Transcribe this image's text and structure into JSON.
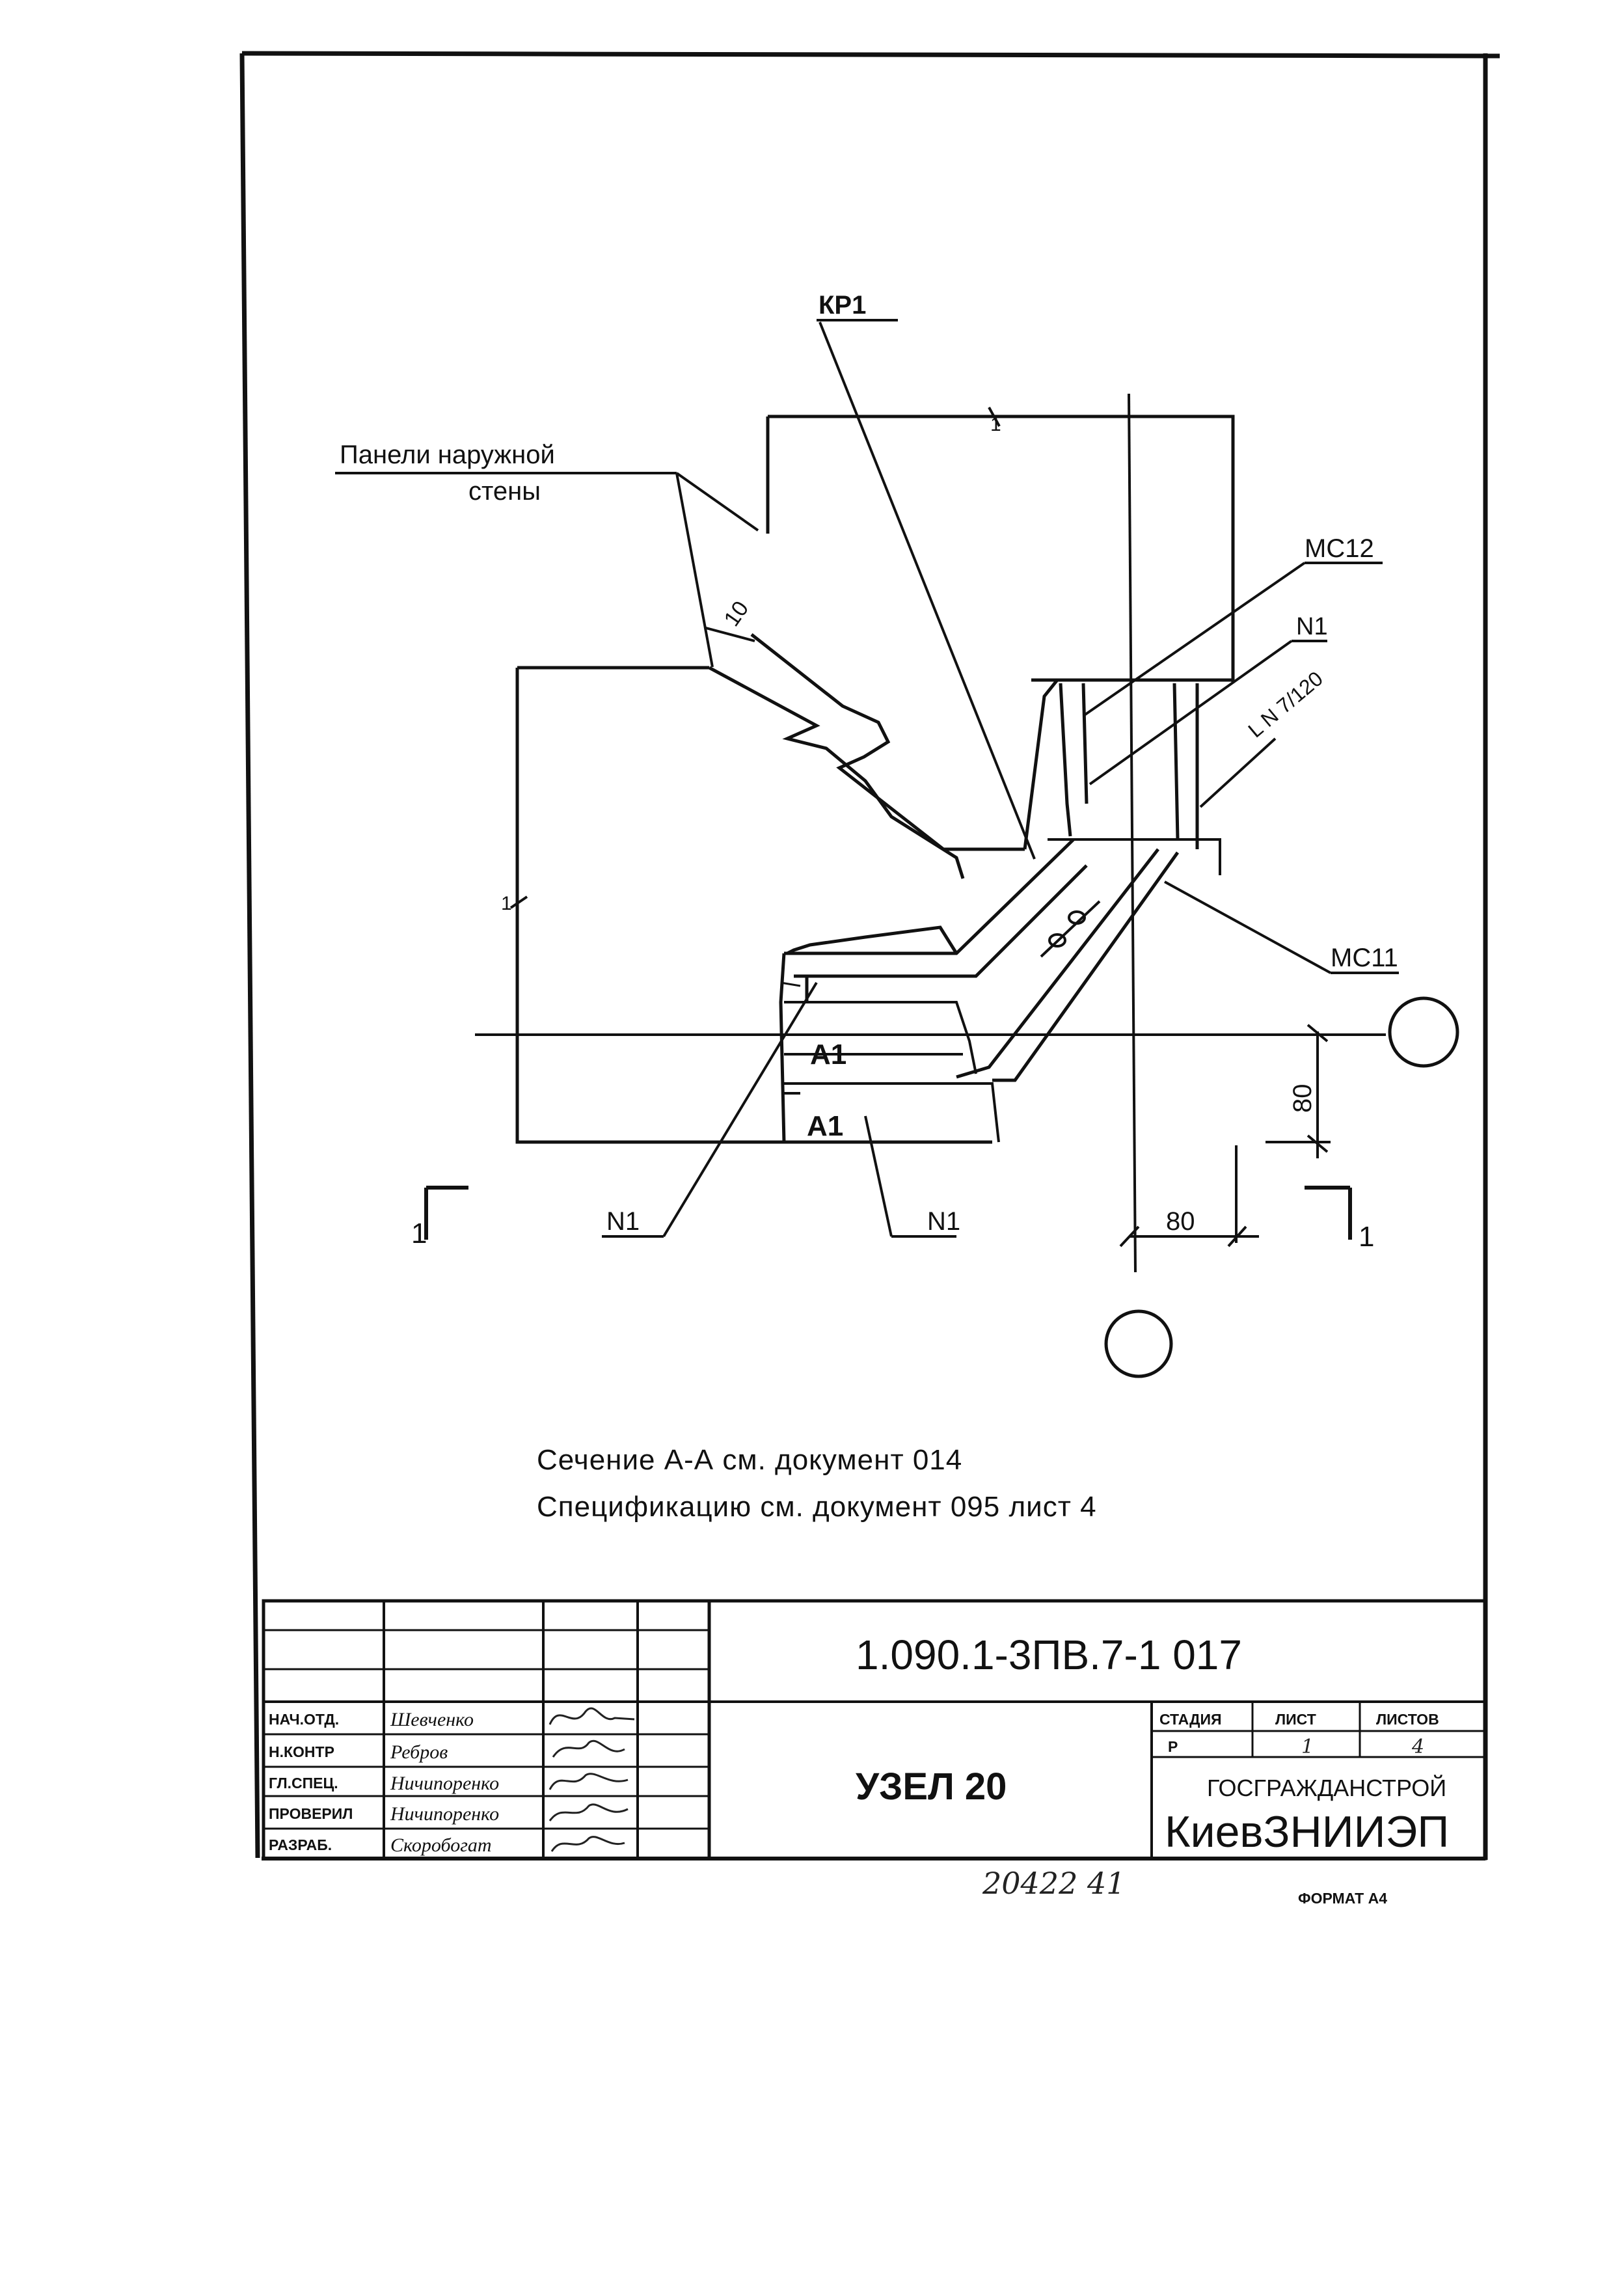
{
  "labels": {
    "kp1": "КР1",
    "panels_line1": "Панели наружной",
    "panels_line2": "стены",
    "mc12": "МС12",
    "n1_upper": "N1",
    "angle_profile": "L N 7/120",
    "mc11": "МС11",
    "dim_10": "10",
    "dim_80_vertical": "80",
    "dim_80_horizontal": "80",
    "a1_upper": "А1",
    "a1_lower": "А1",
    "n1_left": "N1",
    "n1_bottom": "N1",
    "section_mark_left": "1",
    "section_mark_right": "1",
    "wall_mark_top": "1",
    "wall_mark_left": "1"
  },
  "notes": [
    "Сечение А-А см. документ  014",
    "Спецификацию  см. документ 095 лист 4"
  ],
  "title_block": {
    "document_code": "1.090.1-3ПВ.7-1   017",
    "drawing_title": "УЗЕЛ 20",
    "roles": [
      {
        "role": "НАЧ.ОТД.",
        "name": "Шевченко"
      },
      {
        "role": "Н.КОНТР",
        "name": "Ребров"
      },
      {
        "role": "ГЛ.СПЕЦ.",
        "name": "Ничипоренко"
      },
      {
        "role": "ПРОВЕРИЛ",
        "name": "Ничипоренко"
      },
      {
        "role": "РАЗРАБ.",
        "name": "Скоробогат"
      }
    ],
    "stage_header": "СТАДИЯ",
    "sheet_header": "ЛИСТ",
    "sheets_header": "ЛИСТОВ",
    "stage_value": "Р",
    "sheet_value": "1",
    "sheets_value": "4",
    "org_line1": "ГОСГРАЖДАНСТРОЙ",
    "org_line2": "КиевЗНИИЭП"
  },
  "footer": {
    "inventory_number": "20422   41",
    "format": "ФОРМАТ А4"
  }
}
